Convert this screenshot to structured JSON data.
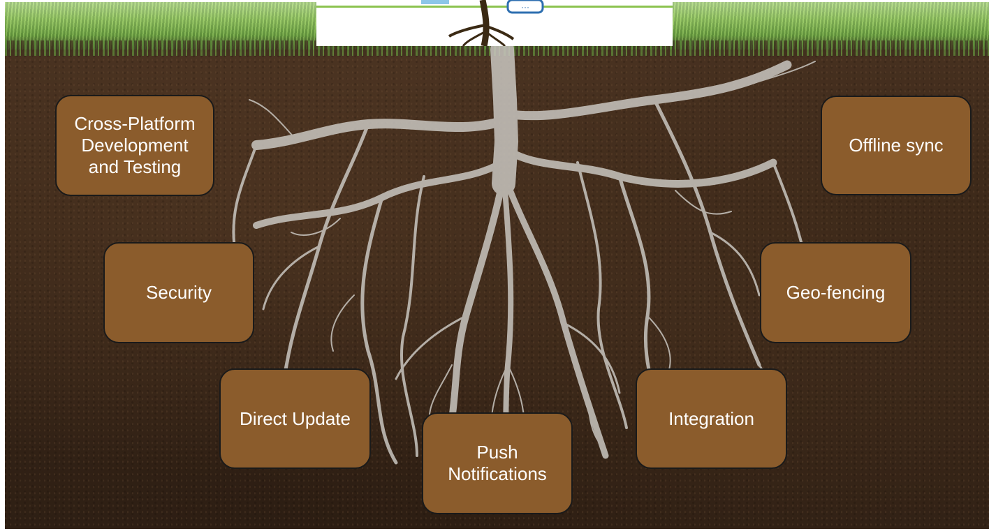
{
  "features": [
    {
      "id": "cross-platform",
      "label": "Cross-Platform\nDevelopment\nand Testing"
    },
    {
      "id": "offline-sync",
      "label": "Offline sync"
    },
    {
      "id": "security",
      "label": "Security"
    },
    {
      "id": "geo-fencing",
      "label": "Geo-fencing"
    },
    {
      "id": "direct-update",
      "label": "Direct Update"
    },
    {
      "id": "integration",
      "label": "Integration"
    },
    {
      "id": "push",
      "label": "Push\nNotifications"
    }
  ],
  "colors": {
    "box_fill": "#8b5c2c",
    "box_border": "#1a1a1a",
    "box_text": "#ffffff",
    "root": "#c9c6c0",
    "grass": "#8cc34f",
    "soil": "#3a2718"
  },
  "icons": {
    "background": "roots-in-soil-image",
    "logo": "tree-logo-icon"
  }
}
